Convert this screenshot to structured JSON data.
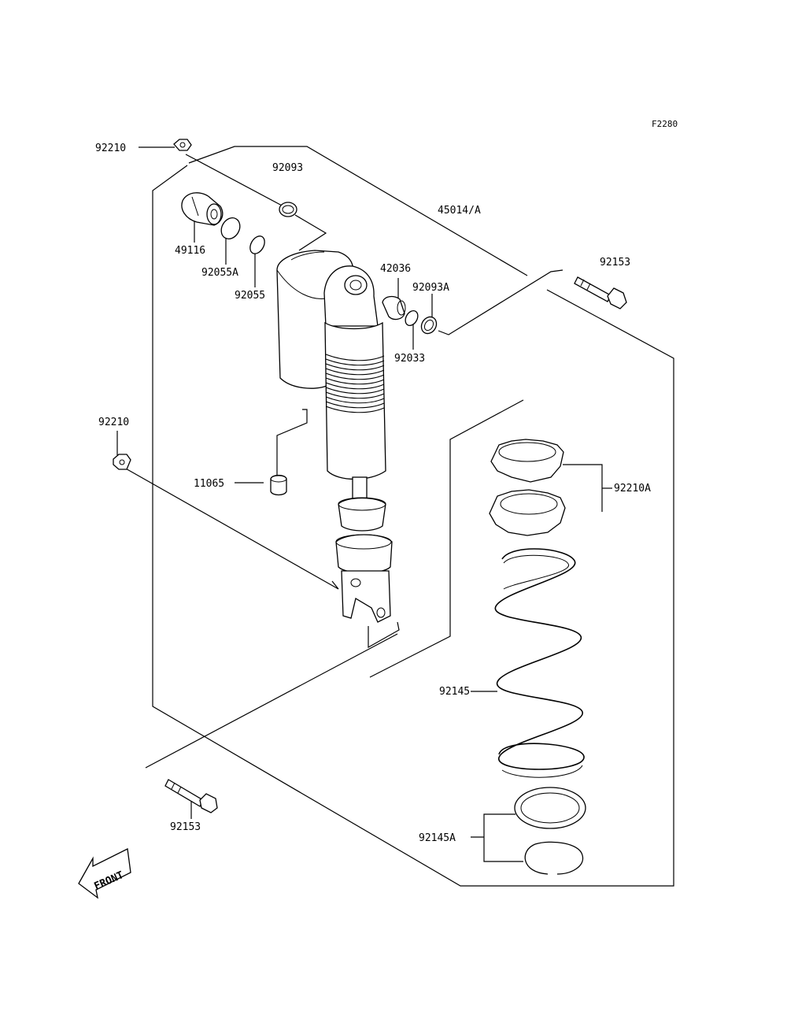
{
  "figure_code": "F2280",
  "parts": [
    {
      "id": "p92210_top",
      "number": "92210"
    },
    {
      "id": "p92093",
      "number": "92093"
    },
    {
      "id": "p45014",
      "number": "45014/A"
    },
    {
      "id": "p49116",
      "number": "49116"
    },
    {
      "id": "p92055A",
      "number": "92055A"
    },
    {
      "id": "p92055",
      "number": "92055"
    },
    {
      "id": "p42036",
      "number": "42036"
    },
    {
      "id": "p92093A",
      "number": "92093A"
    },
    {
      "id": "p92153_top",
      "number": "92153"
    },
    {
      "id": "p92033",
      "number": "92033"
    },
    {
      "id": "p92210_left",
      "number": "92210"
    },
    {
      "id": "p11065",
      "number": "11065"
    },
    {
      "id": "p92210A",
      "number": "92210A"
    },
    {
      "id": "p92145",
      "number": "92145"
    },
    {
      "id": "p92153_bottom",
      "number": "92153"
    },
    {
      "id": "p92145A",
      "number": "92145A"
    }
  ],
  "front_label": "FRONT"
}
